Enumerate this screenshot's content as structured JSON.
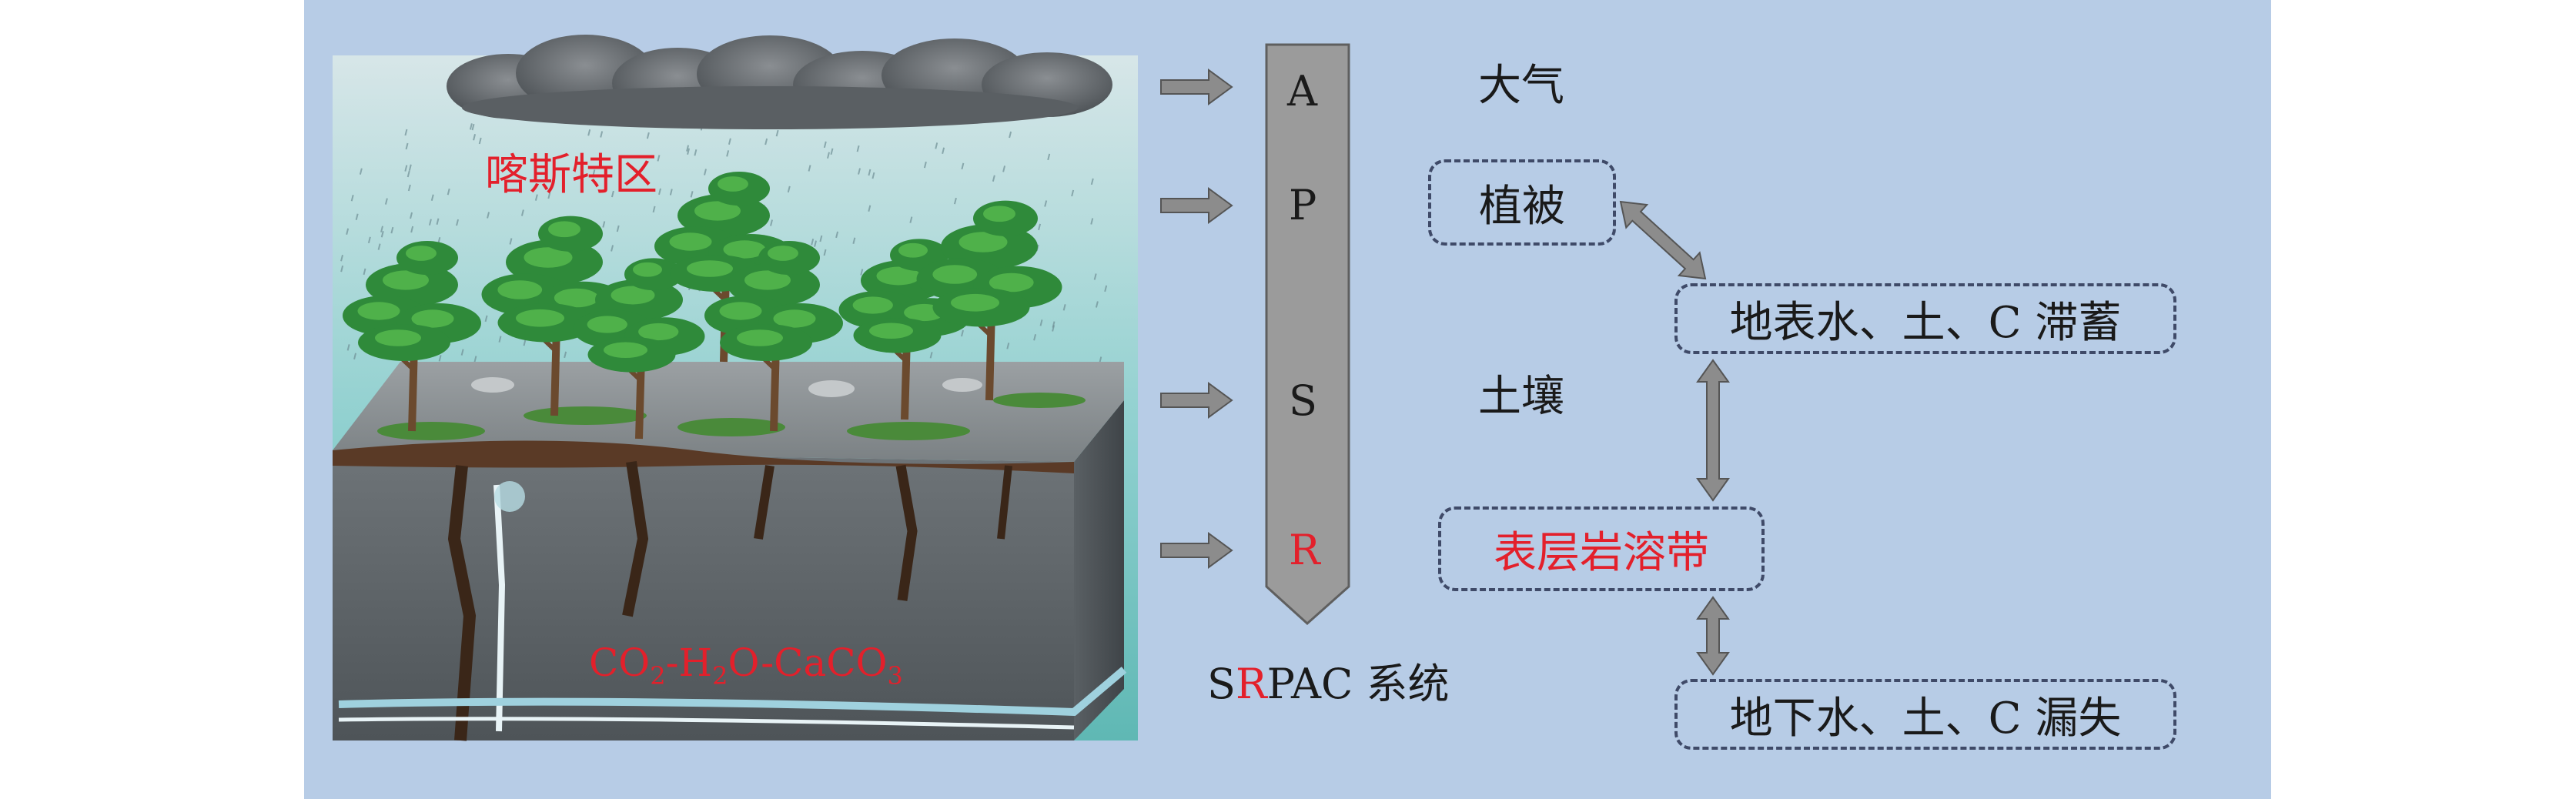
{
  "region_label": "喀斯特区",
  "chemistry": {
    "a": "CO",
    "s1": "2",
    "b": "-H",
    "s2": "2",
    "c": "O-CaCO",
    "s3": "3"
  },
  "column_letters": [
    "A",
    "P",
    "S",
    "R"
  ],
  "system_label": {
    "prefix": "S",
    "highlight": "R",
    "suffix": "PAC 系统"
  },
  "layers": {
    "atmosphere": "大气",
    "soil": "土壤"
  },
  "boxes": {
    "vegetation": "植被",
    "surface_storage": "地表水、土、C 滞蓄",
    "epikarst": "表层岩溶带",
    "underground_loss": "地下水、土、C 漏失"
  },
  "colors": {
    "panel_bg": "#b7cce6",
    "red_text": "#e3202b",
    "arrow_fill": "#8c8c8c",
    "column_fill": "#9b9b9b",
    "box_border": "#3f4a68"
  }
}
